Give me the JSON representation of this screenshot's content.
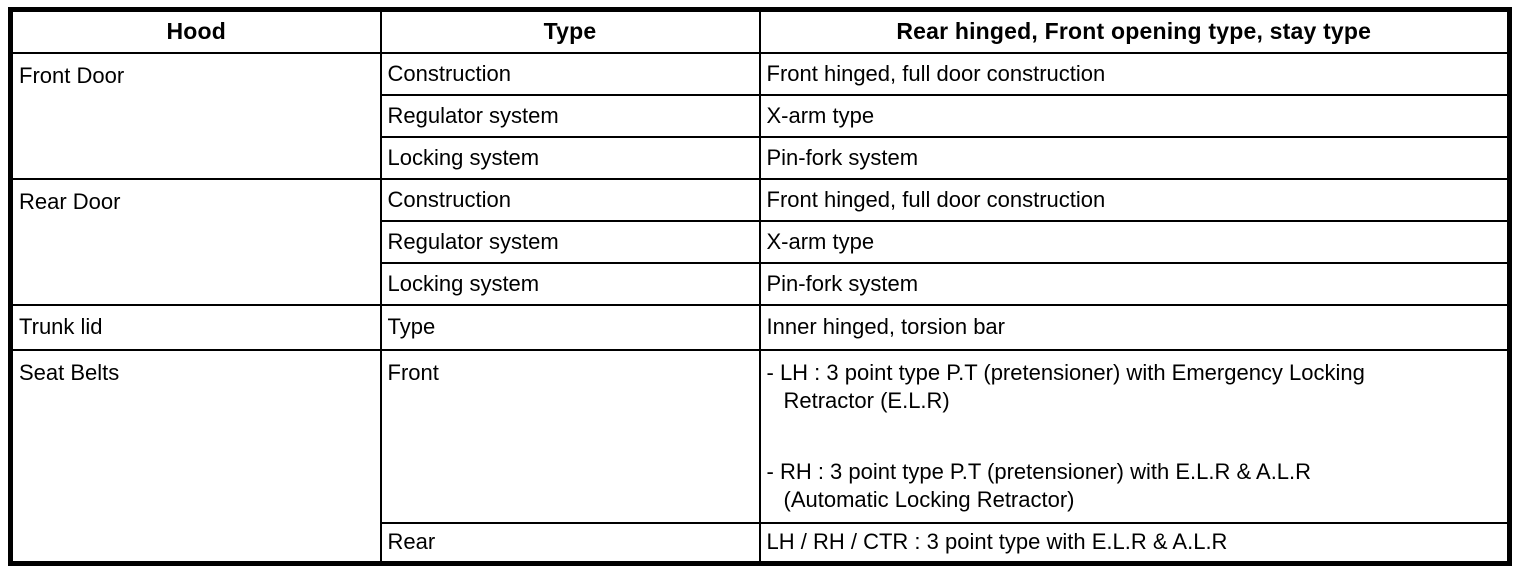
{
  "table": {
    "header": {
      "item": "Hood",
      "type": "Type",
      "spec": "Rear hinged, Front opening type, stay type"
    },
    "sections": [
      {
        "label": "Front Door",
        "rows": [
          {
            "type": "Construction",
            "spec": "Front hinged, full door construction"
          },
          {
            "type": "Regulator system",
            "spec": "X-arm type"
          },
          {
            "type": "Locking system",
            "spec": "Pin-fork system"
          }
        ]
      },
      {
        "label": "Rear Door",
        "rows": [
          {
            "type": "Construction",
            "spec": "Front hinged, full door construction"
          },
          {
            "type": "Regulator system",
            "spec": "X-arm type"
          },
          {
            "type": "Locking system",
            "spec": "Pin-fork system"
          }
        ]
      },
      {
        "label": "Trunk lid",
        "rows": [
          {
            "type": "Type",
            "spec": "Inner hinged, torsion bar"
          }
        ]
      },
      {
        "label": "Seat Belts",
        "front": {
          "type": "Front",
          "line1": "- LH : 3 point type P.T (pretensioner) with Emergency Locking",
          "line2": "Retractor (E.L.R)",
          "line3": "- RH : 3 point type P.T (pretensioner) with E.L.R & A.L.R",
          "line4": "(Automatic Locking Retractor)"
        },
        "rear": {
          "type": "Rear",
          "spec": "LH / RH / CTR : 3 point type with E.L.R & A.L.R"
        }
      }
    ],
    "colors": {
      "border": "#000000",
      "text": "#000000",
      "background": "#ffffff"
    }
  }
}
